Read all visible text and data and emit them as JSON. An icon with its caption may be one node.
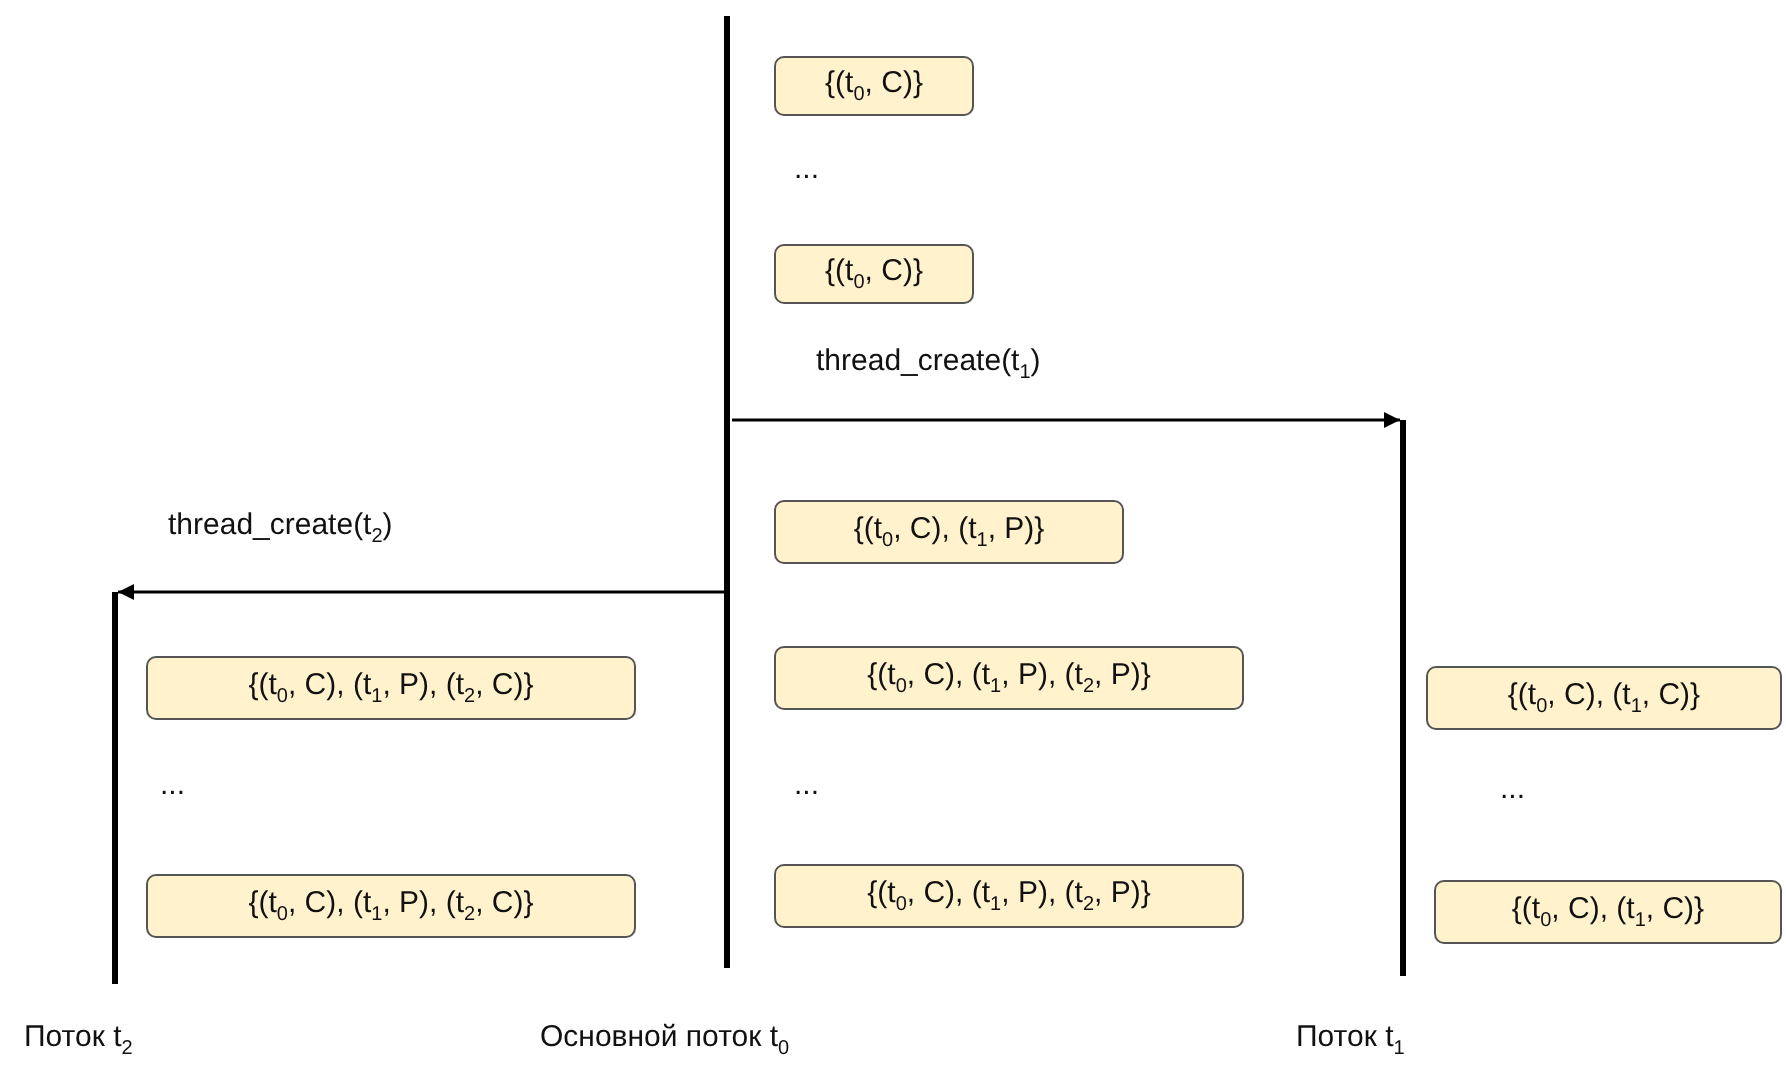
{
  "diagram": {
    "nodes": [
      {
        "text": [
          "Основной поток t$_{0}$"
        ]
      },
      {
        "text": [
          "{(t$_{0}$, C)}"
        ]
      },
      {
        "text": [
          "{(t$_{0}$, C)}"
        ]
      },
      {
        "text": [
          "{(t$_{0}$, C), (t$_{1}$, P)}"
        ]
      },
      {
        "text": [
          "{(t$_{0}$, C), (t$_{1}$, P), (t$_{2}$, P)}"
        ]
      },
      {
        "text": [
          "{(t$_{0}$, C), (t$_{1}$, P), (t$_{2}$, P)}"
        ]
      },
      {
        "text": [
          "Поток t$_{1}$"
        ]
      },
      {
        "text": [
          "{(t$_{0}$, C), (t$_{1}$, C)}"
        ]
      },
      {
        "text": [
          "{(t$_{0}$, C), (t$_{1}$, C)}"
        ]
      },
      {
        "text": [
          "Поток t$_{2}$"
        ]
      },
      {
        "text": [
          "{(t$_{0}$, C), (t$_{1}$, P), (t$_{2}$, C)}"
        ]
      },
      {
        "text": [
          "{(t$_{0}$, C), (t$_{1}$, P), (t$_{2}$, C)}"
        ]
      }
    ],
    "edges": [
      {
        "from": 0,
        "to": 6,
        "arrow": "to",
        "label": "thread_create(t$_{1}$)"
      },
      {
        "from": 0,
        "to": 9,
        "arrow": "to",
        "label": "thread_create(t$_{2}$)"
      }
    ],
    "labels": [
      "...",
      "...",
      "...",
      "..."
    ]
  }
}
